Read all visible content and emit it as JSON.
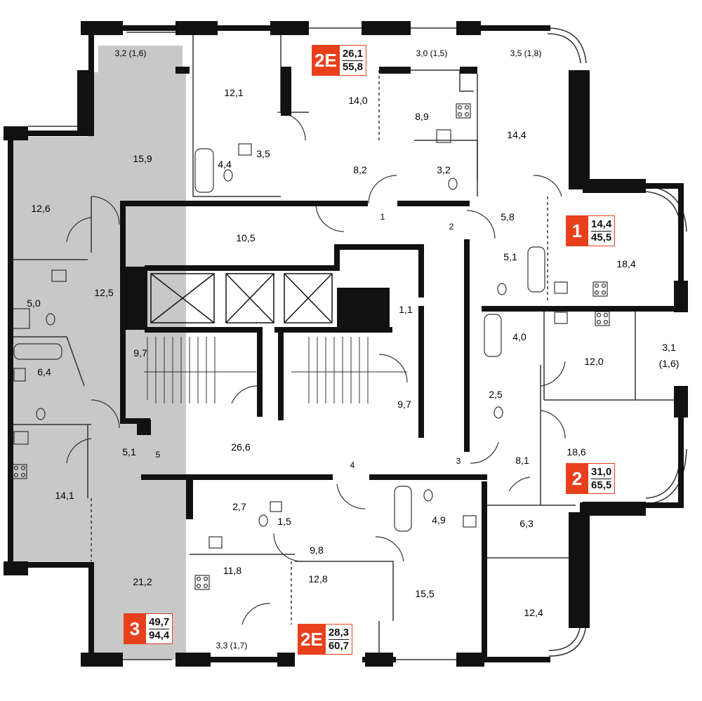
{
  "rooms": {
    "r_3_2_1_6": "3,2 (1,6)",
    "r_12_1": "12,1",
    "r_14_0": "14,0",
    "r_3_0_1_5": "3,0 (1,5)",
    "r_3_5_1_8": "3,5 (1,8)",
    "r_8_9": "8,9",
    "r_14_4_top": "14,4",
    "r_15_9": "15,9",
    "r_4_4": "4,4",
    "r_3_5": "3,5",
    "r_8_2": "8,2",
    "r_3_2": "3,2",
    "r_12_6": "12,6",
    "r_1": "1",
    "r_2": "2",
    "r_5_8": "5,8",
    "r_10_5": "10,5",
    "r_5_1_right": "5,1",
    "r_18_4": "18,4",
    "r_12_5": "12,5",
    "r_5_0": "5,0",
    "r_1_1": "1,1",
    "r_4_0": "4,0",
    "r_9_7_left": "9,7",
    "r_12_0": "12,0",
    "r_3_1": "3,1",
    "r_1_6": "(1,6)",
    "r_6_4": "6,4",
    "r_2_5": "2,5",
    "r_9_7_right": "9,7",
    "r_5_1_left": "5,1",
    "r_5": "5",
    "r_26_6": "26,6",
    "r_18_6": "18,6",
    "r_4": "4",
    "r_3": "3",
    "r_8_1": "8,1",
    "r_14_1": "14,1",
    "r_2_7": "2,7",
    "r_1_5": "1,5",
    "r_4_9": "4,9",
    "r_6_3": "6,3",
    "r_9_8": "9,8",
    "r_11_8": "11,8",
    "r_12_8": "12,8",
    "r_15_5": "15,5",
    "r_21_2": "21,2",
    "r_12_4": "12,4",
    "r_3_3_1_7": "3,3 (1,7)"
  },
  "apartments": {
    "a_2e_top": {
      "code": "2E",
      "living": "26,1",
      "total": "55,8"
    },
    "a_1": {
      "code": "1",
      "living": "14,4",
      "total": "45,5"
    },
    "a_2": {
      "code": "2",
      "living": "31,0",
      "total": "65,5"
    },
    "a_3": {
      "code": "3",
      "living": "49,7",
      "total": "94,4"
    },
    "a_2e_bottom": {
      "code": "2E",
      "living": "28,3",
      "total": "60,7"
    }
  },
  "colors": {
    "wall": "#111111",
    "highlight_fill": "#c8c8c8",
    "badge_accent": "#e8401c",
    "line": "#333333"
  }
}
